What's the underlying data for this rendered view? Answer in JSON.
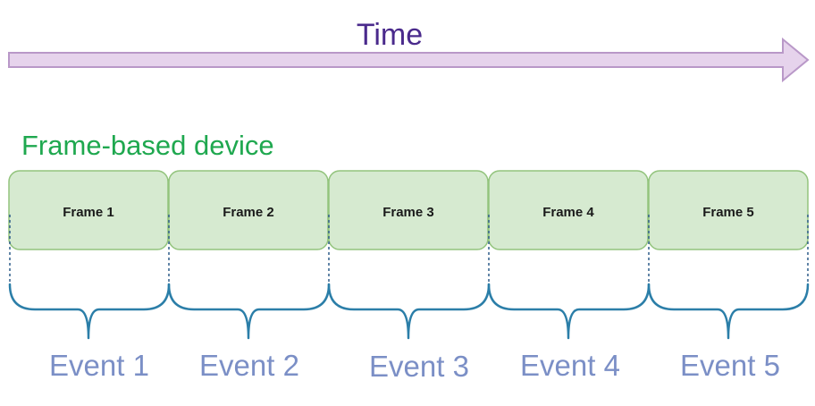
{
  "time": {
    "label": "Time"
  },
  "device": {
    "label": "Frame-based device"
  },
  "frames": [
    "Frame 1",
    "Frame 2",
    "Frame 3",
    "Frame 4",
    "Frame 5"
  ],
  "events": [
    "Event 1",
    "Event 2",
    "Event 3",
    "Event 4",
    "Event 5"
  ],
  "colors": {
    "time_text": "#4a2a8c",
    "arrow_fill": "#e6d3ec",
    "device_text": "#1fa84f",
    "frame_fill": "#d6ead0",
    "frame_stroke": "#93c47d",
    "brace": "#2b7ea8",
    "event_text": "#7b8fc6"
  }
}
